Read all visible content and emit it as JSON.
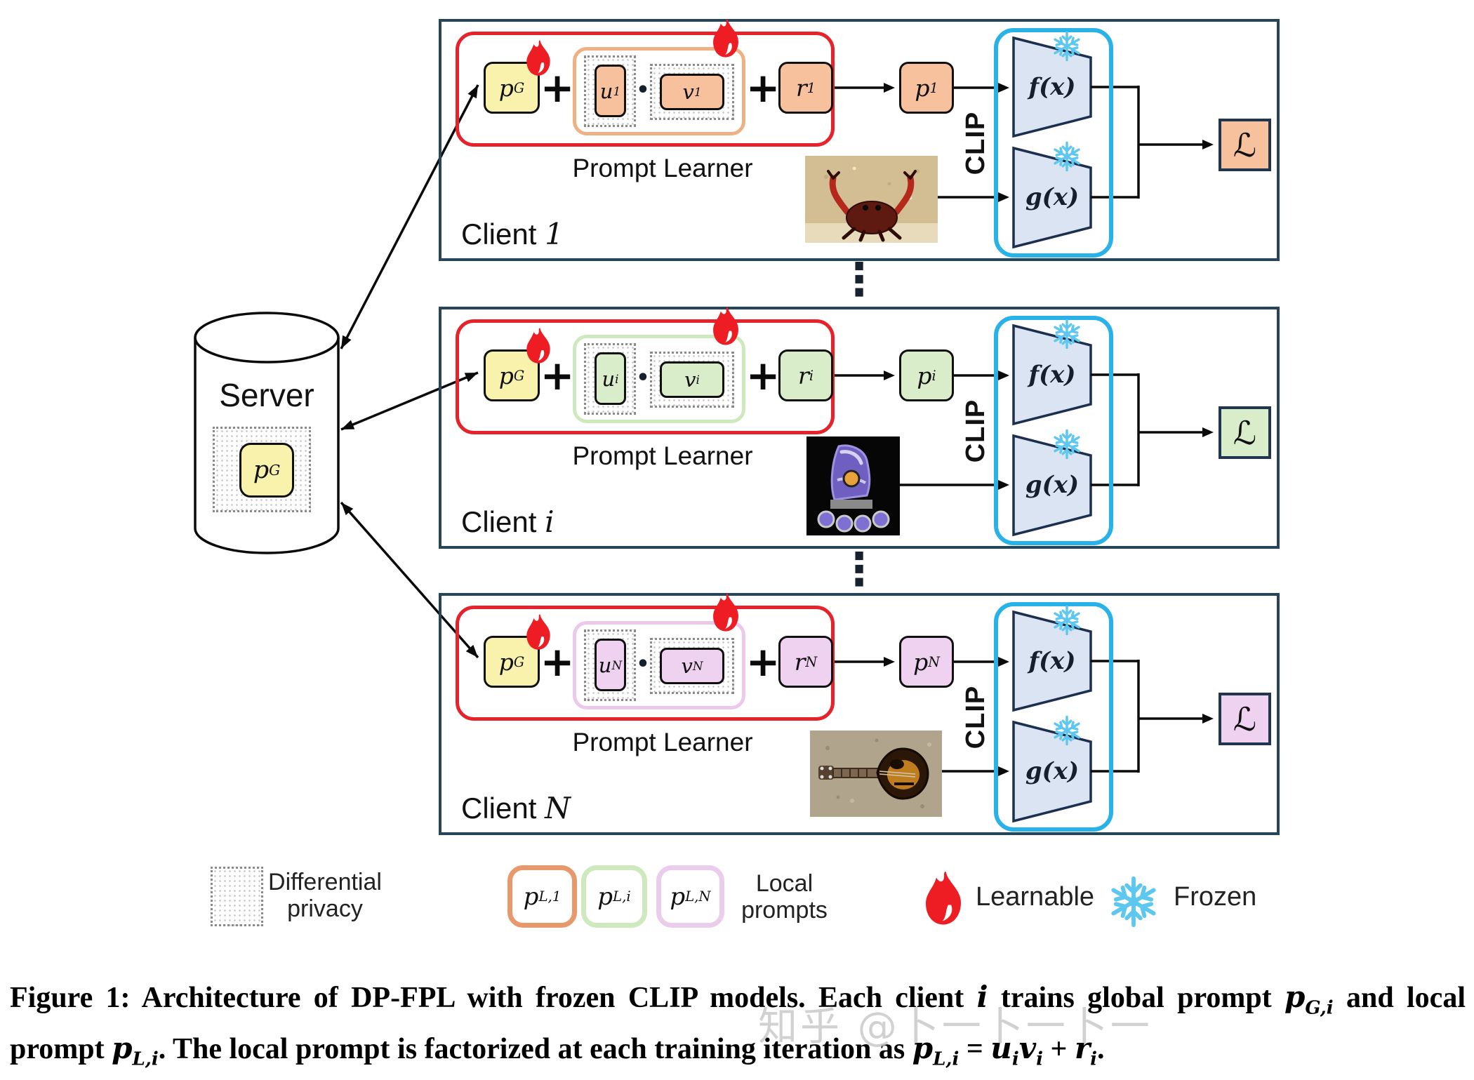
{
  "figure": {
    "server": {
      "label": "Server",
      "pg": {
        "base": "p",
        "sub": "G"
      }
    },
    "ellipsis": "⋮",
    "clients": [
      {
        "name_prefix": "Client ",
        "name_var": "1",
        "pg": {
          "base": "p",
          "sub": "G"
        },
        "u": {
          "base": "u",
          "sub": "1"
        },
        "v": {
          "base": "v",
          "sub": "1"
        },
        "r": {
          "base": "r",
          "sub": "1"
        },
        "p": {
          "base": "p",
          "sub": "1"
        },
        "encoder_text": "f(x)",
        "encoder_image": "g(x)",
        "clip_label": "CLIP",
        "prompt_learner_label": "Prompt Learner",
        "loss": "ℒ",
        "image_alt": "crab on sand"
      },
      {
        "name_prefix": "Client ",
        "name_var": "i",
        "pg": {
          "base": "p",
          "sub": "G"
        },
        "u": {
          "base": "u",
          "sub": "i"
        },
        "v": {
          "base": "v",
          "sub": "i"
        },
        "r": {
          "base": "r",
          "sub": "i"
        },
        "p": {
          "base": "p",
          "sub": "i"
        },
        "encoder_text": "f(x)",
        "encoder_image": "g(x)",
        "clip_label": "CLIP",
        "prompt_learner_label": "Prompt Learner",
        "loss": "ℒ",
        "image_alt": "inline skate"
      },
      {
        "name_prefix": "Client ",
        "name_var": "N",
        "pg": {
          "base": "p",
          "sub": "G"
        },
        "u": {
          "base": "u",
          "sub": "N"
        },
        "v": {
          "base": "v",
          "sub": "N"
        },
        "r": {
          "base": "r",
          "sub": "N"
        },
        "p": {
          "base": "p",
          "sub": "N"
        },
        "encoder_text": "f(x)",
        "encoder_image": "g(x)",
        "clip_label": "CLIP",
        "prompt_learner_label": "Prompt Learner",
        "loss": "ℒ",
        "image_alt": "mandolin"
      }
    ]
  },
  "operators": {
    "plus": "+",
    "dot": "•"
  },
  "legend": {
    "dp_line1": "Differential",
    "dp_line2": "privacy",
    "local_boxes": [
      {
        "base": "p",
        "sub": "L,1"
      },
      {
        "base": "p",
        "sub": "L,i"
      },
      {
        "base": "p",
        "sub": "L,N"
      }
    ],
    "local_line1": "Local",
    "local_line2": "prompts",
    "learnable": "Learnable",
    "frozen": "Frozen"
  },
  "caption": {
    "s1": "Figure 1: Architecture of DP-FPL with frozen CLIP models. Each client ",
    "i1": "i",
    "s2": " trains global prompt ",
    "pg": {
      "base": "p",
      "sub": "G,i"
    },
    "s3": " and local prompt ",
    "pl": {
      "base": "p",
      "sub": "L,i"
    },
    "s4": ". The local prompt is factorized at each training iteration as ",
    "pl2": {
      "base": "p",
      "sub": "L,i"
    },
    "s5": " = ",
    "u": {
      "base": "u",
      "sub": "i"
    },
    "v": {
      "base": "v",
      "sub": "i"
    },
    "s6": " + ",
    "r": {
      "base": "r",
      "sub": "i"
    },
    "s7": "."
  },
  "watermark": {
    "text": "知乎 @卜一卜一卜一"
  },
  "colors": {
    "accent_client_1": "#f6c19c",
    "accent_client_i": "#d9edcb",
    "accent_client_N": "#eed2ef",
    "container_border_1": "#efb183",
    "container_border_i": "#cfe9bf",
    "container_border_N": "#ebc8ec",
    "global_prompt_yellow": "#f8f2ad",
    "learner_border_red": "#e6222b",
    "clip_border_cyan": "#28b2e8",
    "encoder_fill": "#dbe4f2",
    "encoder_stroke": "#1c2f4e",
    "panel_border": "#24455b",
    "flame_red": "#ee1c23",
    "snowflake_blue": "#5ec7f0",
    "legend_border_1": "#e8996c",
    "legend_border_i": "#cde9bd",
    "legend_border_N": "#e9cdea",
    "watermark_gray": "#c6c6c6"
  }
}
